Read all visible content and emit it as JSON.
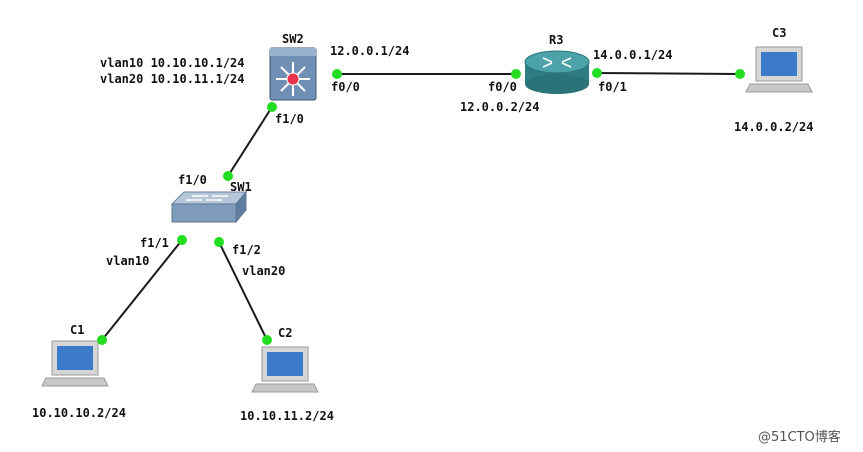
{
  "devices": {
    "sw2": {
      "name": "SW2",
      "vlan10": "vlan10 10.10.10.1/24",
      "vlan20": "vlan20 10.10.11.1/24",
      "port_f00": "f0/0",
      "port_f10": "f1/0",
      "ip_f00": "12.0.0.1/24"
    },
    "r3": {
      "name": "R3",
      "port_f00": "f0/0",
      "port_f01": "f0/1",
      "ip_f00": "12.0.0.2/24",
      "ip_f01": "14.0.0.1/24"
    },
    "sw1": {
      "name": "SW1",
      "port_f10": "f1/0",
      "port_f11": "f1/1",
      "port_f12": "f1/2",
      "vlan_f11": "vlan10",
      "vlan_f12": "vlan20"
    },
    "c1": {
      "name": "C1",
      "ip": "10.10.10.2/24"
    },
    "c2": {
      "name": "C2",
      "ip": "10.10.11.2/24"
    },
    "c3": {
      "name": "C3",
      "ip": "14.0.0.2/24"
    }
  },
  "watermark": "@51CTO博客",
  "colors": {
    "link": "#1a1a1a",
    "port": "#22dd22",
    "router": "#3a8c92",
    "switch": "#8ea6c0"
  }
}
